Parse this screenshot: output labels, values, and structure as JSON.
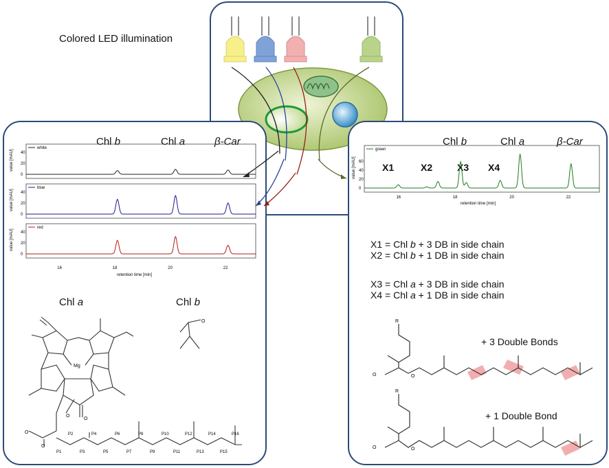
{
  "title": "Colored LED illumination",
  "peaks": {
    "chl_b": "Chl",
    "chl_b_letter": "b",
    "chl_a": "Chl",
    "chl_a_letter": "a",
    "car": "β-Car"
  },
  "left_chart": {
    "series": [
      {
        "name": "white",
        "color": "#222222"
      },
      {
        "name": "blue",
        "color": "#1a1a8c"
      },
      {
        "name": "red",
        "color": "#b01818"
      }
    ],
    "ylabel": "value [mAU]",
    "xlabel": "retention time [min]",
    "xticks": [
      "16",
      "18",
      "20",
      "22"
    ],
    "yticks": [
      "0",
      "20",
      "40"
    ]
  },
  "right_chart": {
    "series": [
      {
        "name": "green",
        "color": "#1e7a1e"
      }
    ],
    "ylabel": "value [mAU]",
    "xlabel": "retention time [min]",
    "xticks": [
      "16",
      "18",
      "20",
      "22"
    ],
    "yticks": [
      "0",
      "20",
      "40",
      "60"
    ],
    "x_markers": [
      "X1",
      "X2",
      "X3",
      "X4"
    ]
  },
  "equations": [
    {
      "lhs": "X1 = Chl ",
      "it": "b",
      "rhs": " + 3 DB in side chain"
    },
    {
      "lhs": "X2 = Chl ",
      "it": "b",
      "rhs": " + 1 DB in side chain"
    },
    {
      "lhs": "X3 = Chl ",
      "it": "a",
      "rhs": " + 3 DB in side chain"
    },
    {
      "lhs": "X4 = Chl ",
      "it": "a",
      "rhs": " + 1 DB in side chain"
    }
  ],
  "structures": {
    "chl_a_title": "Chl",
    "chl_a_letter": "a",
    "chl_b_title": "Chl",
    "chl_b_letter": "b",
    "mg": "Mg",
    "bonds3": "+ 3 Double Bonds",
    "bonds1": "+ 1 Double Bond",
    "r": "R",
    "o": "O",
    "phytyl": [
      "P1",
      "P2",
      "P3",
      "P4",
      "P5",
      "P6",
      "P7",
      "P8",
      "P9",
      "P10",
      "P11",
      "P12",
      "P13",
      "P14",
      "P15",
      "P16"
    ]
  },
  "led_colors": [
    "#f7f08a",
    "#7fa3d8",
    "#f2b0b0",
    "#b9d48a"
  ],
  "colors": {
    "panel_border": "#2b4a7a",
    "cell": "#c4d88e",
    "highlight": "#f0a0a0"
  }
}
